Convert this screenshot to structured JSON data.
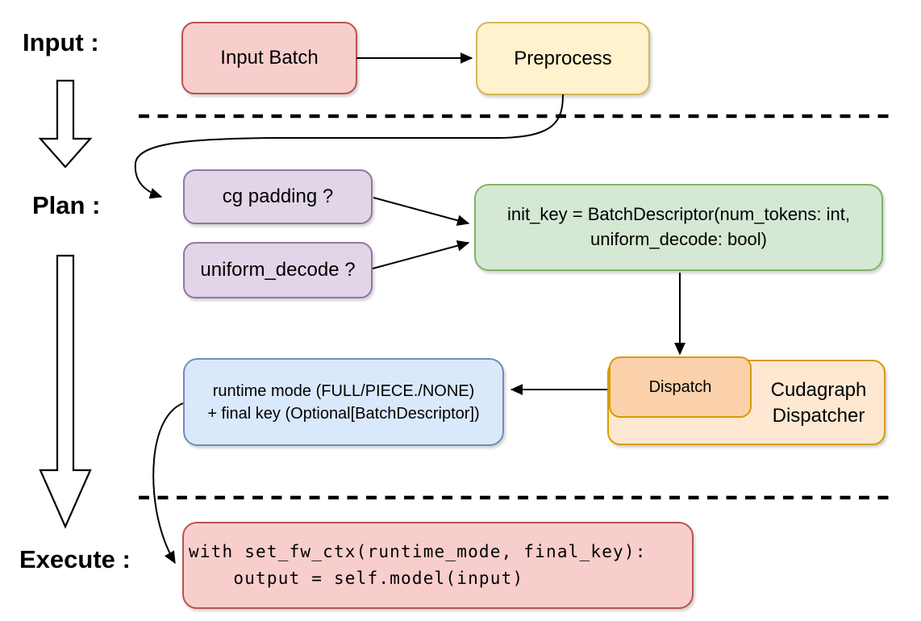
{
  "section_labels": {
    "input": "Input :",
    "plan": "Plan :",
    "execute": "Execute :"
  },
  "nodes": {
    "input_batch": {
      "label": "Input Batch",
      "fill": "#f8cecc",
      "stroke": "#b85450"
    },
    "preprocess": {
      "label": "Preprocess",
      "fill": "#fff2cc",
      "stroke": "#d6b656"
    },
    "cg_padding": {
      "label": "cg padding ?",
      "fill": "#e1d5e7",
      "stroke": "#9673a6"
    },
    "uniform_decode": {
      "label": "uniform_decode ?",
      "fill": "#e1d5e7",
      "stroke": "#9673a6"
    },
    "init_key": {
      "line1": "init_key = BatchDescriptor(num_tokens: int,",
      "line2": "uniform_decode: bool)",
      "fill": "#d5e8d4",
      "stroke": "#82b366"
    },
    "dispatch": {
      "label": "Dispatch",
      "fill": "#fad1ab",
      "stroke": "#d79b00"
    },
    "cudagraph_dispatcher": {
      "label": "Cudagraph Dispatcher",
      "fill": "#ffe8d2",
      "stroke": "#d79b00"
    },
    "runtime_mode": {
      "line1": "runtime mode (FULL/PIECE./NONE)",
      "line2": "+ final key (Optional[BatchDescriptor])",
      "fill": "#dae8fc",
      "stroke": "#6c8ebf"
    },
    "execute_code": {
      "line1": "with set_fw_ctx(runtime_mode, final_key):",
      "line2": "    output = self.model(input)",
      "fill": "#f8cecc",
      "stroke": "#b85450"
    }
  },
  "connector_color": "#000000"
}
